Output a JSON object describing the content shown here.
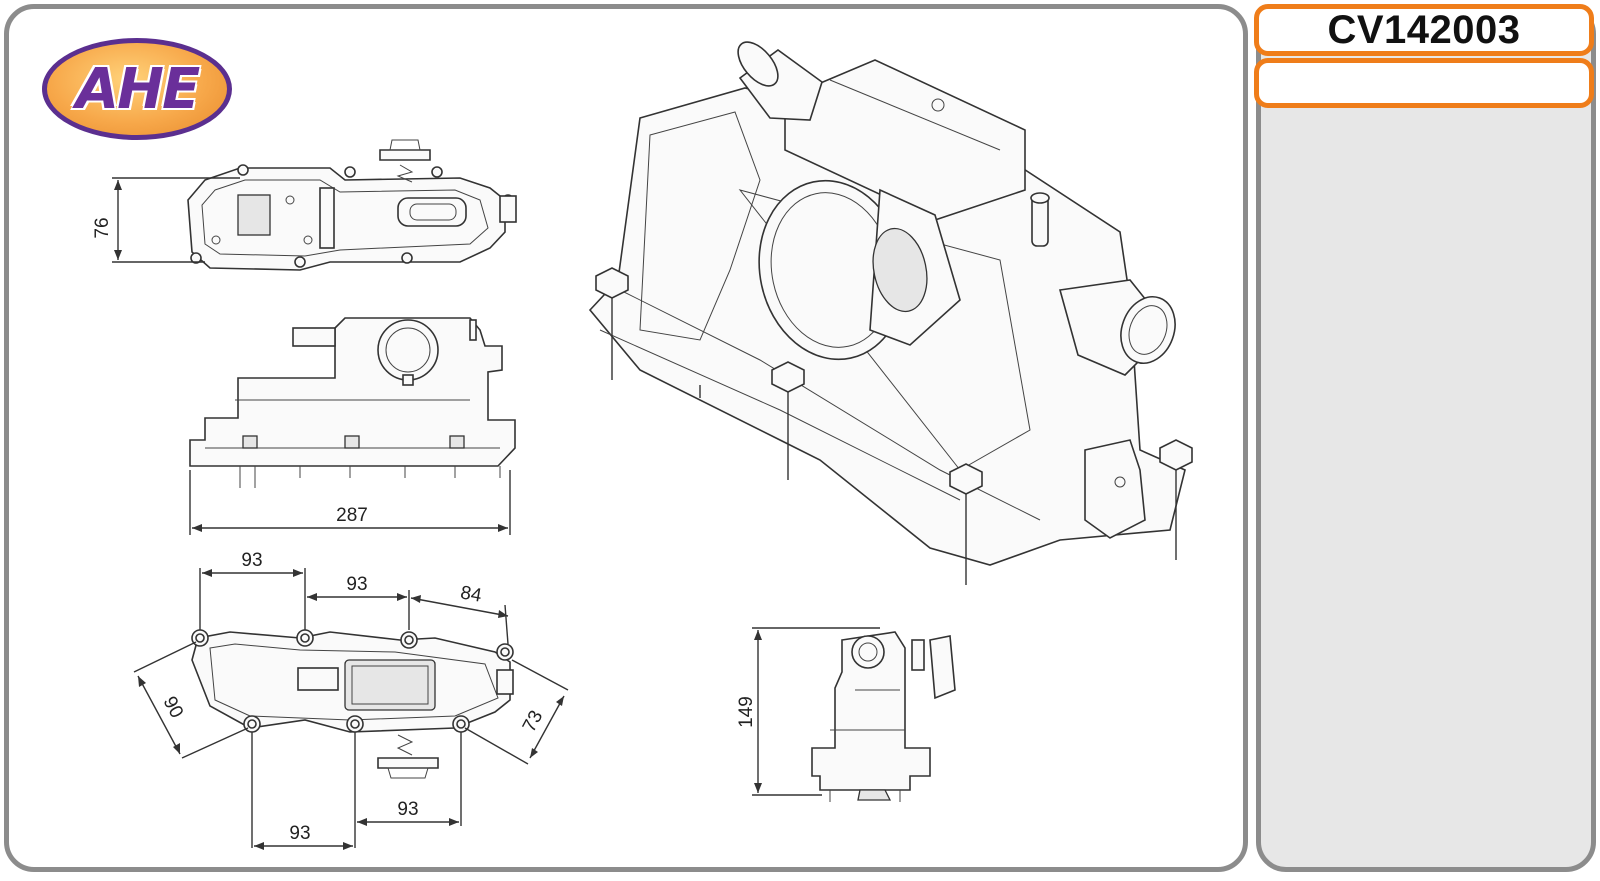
{
  "brand": {
    "logo_text": "AHE",
    "logo_colors": {
      "fill": "#f7a84a",
      "outline": "#5b2f8f",
      "text": "#6a2f9a"
    }
  },
  "product": {
    "code": "CV142003",
    "secondary_label": ""
  },
  "colors": {
    "accent": "#ef7d1a",
    "frame": "#8c8c8c",
    "side_bg": "#e7e7e7"
  },
  "dimensions": {
    "top_view_height": "76",
    "front_view_width": "287",
    "bottom_spacing_1": "93",
    "bottom_spacing_2": "93",
    "bottom_spacing_3": "84",
    "bottom_left_angle": "90",
    "bottom_right_angle": "73",
    "bottom_lower_1": "93",
    "bottom_lower_2": "93",
    "side_view_height": "149"
  }
}
